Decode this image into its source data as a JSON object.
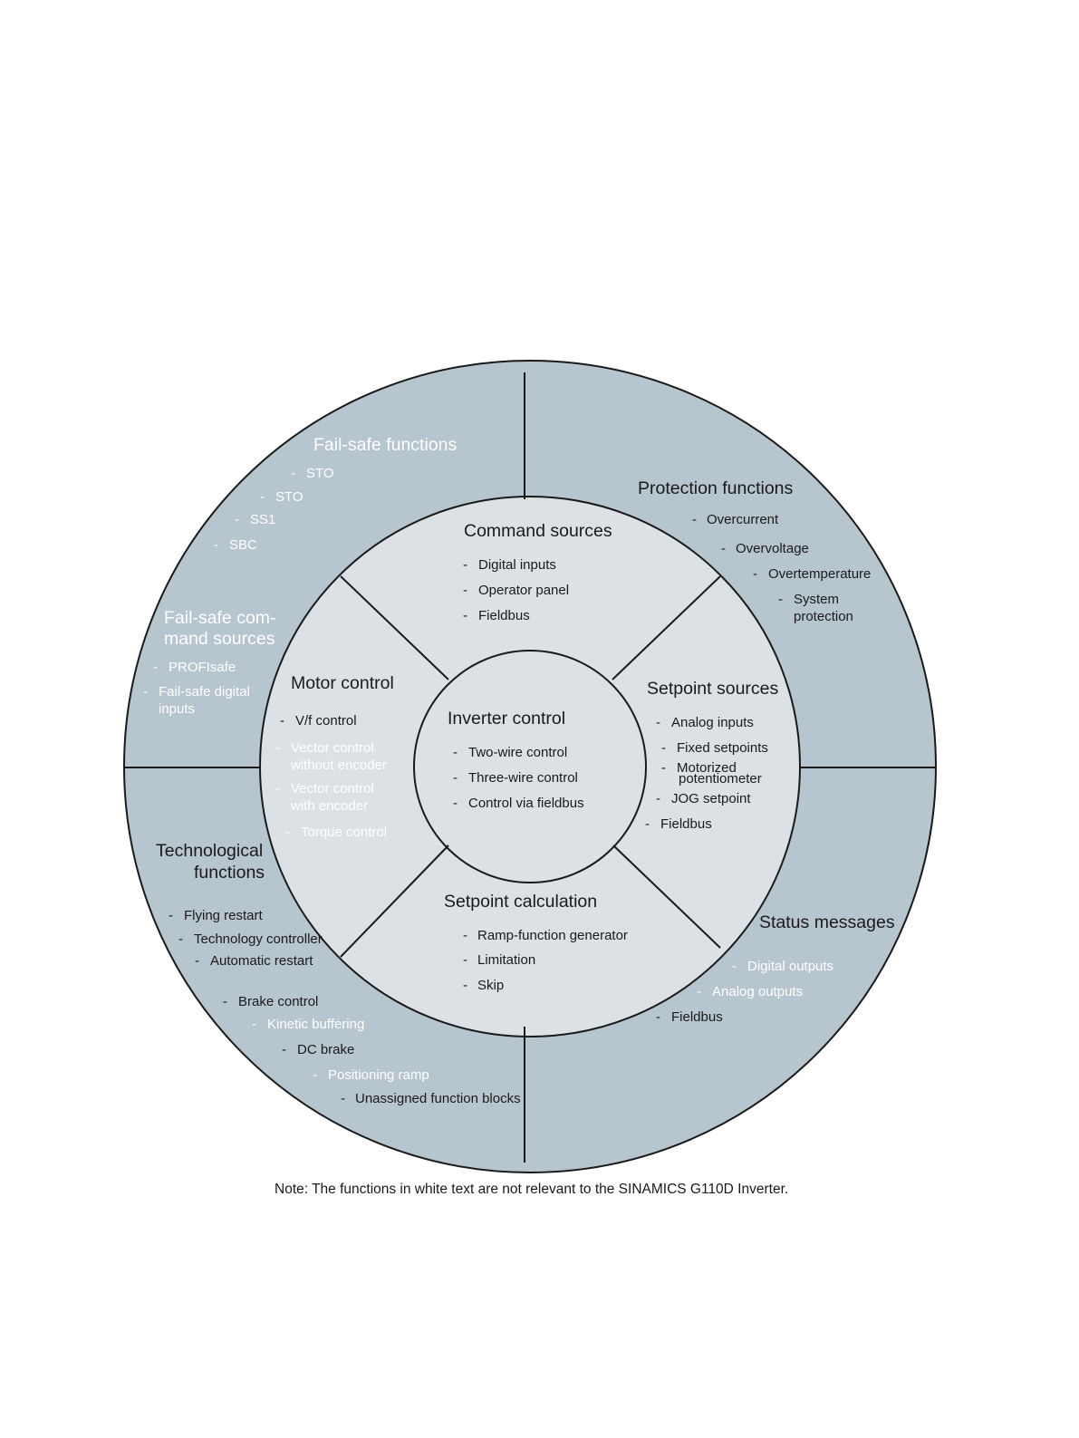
{
  "note": "Note: The functions in white text are not relevant to the SINAMICS G110D Inverter.",
  "center": {
    "title": "Inverter control",
    "items": [
      "Two-wire control",
      "Three-wire control",
      "Control via fieldbus"
    ]
  },
  "inner_ring": {
    "command_sources": {
      "title": "Command sources",
      "items": [
        "Digital inputs",
        "Operator panel",
        "Fieldbus"
      ]
    },
    "setpoint_sources": {
      "title": "Setpoint sources",
      "items": [
        "Analog inputs",
        "Fixed setpoints",
        "Motorized",
        "potentiometer",
        "JOG setpoint",
        "Fieldbus"
      ]
    },
    "setpoint_calculation": {
      "title": "Setpoint calculation",
      "items": [
        "Ramp-function generator",
        "Limitation",
        "Skip"
      ]
    },
    "motor_control": {
      "title": "Motor control",
      "items": [
        "V/f control",
        "Vector control",
        "without encoder",
        "Vector control",
        "with encoder",
        "Torque control"
      ]
    }
  },
  "outer_ring": {
    "fail_safe_functions": {
      "title": "Fail-safe functions",
      "items": [
        "STO",
        "STO",
        "SS1",
        "SBC"
      ]
    },
    "protection_functions": {
      "title": "Protection functions",
      "items": [
        "Overcurrent",
        "Overvoltage",
        "Overtemperature",
        "System",
        "protection"
      ]
    },
    "fail_safe_command_sources": {
      "title_lines": [
        "Fail-safe com-",
        "mand sources"
      ],
      "items": [
        "PROFIsafe",
        "Fail-safe digital",
        "inputs"
      ]
    },
    "technological_functions": {
      "title_lines": [
        "Technological",
        "functions"
      ],
      "items": [
        "Flying restart",
        "Technology controller",
        "Automatic restart",
        "Brake control",
        "Kinetic buffering",
        "DC brake",
        "Positioning ramp",
        "Unassigned function blocks"
      ]
    },
    "status_messages": {
      "title": "Status messages",
      "items": [
        "Digital outputs",
        "Analog outputs",
        "Fieldbus"
      ]
    }
  },
  "bullet": "-",
  "colors": {
    "outer_ring": "#b7c5cf",
    "inner_ring": "#dce1e5",
    "center": "#dce1e5",
    "lines": "#1a1a1a",
    "relevant_text": "#1a1a1a",
    "not_relevant_text": "#ffffff"
  }
}
